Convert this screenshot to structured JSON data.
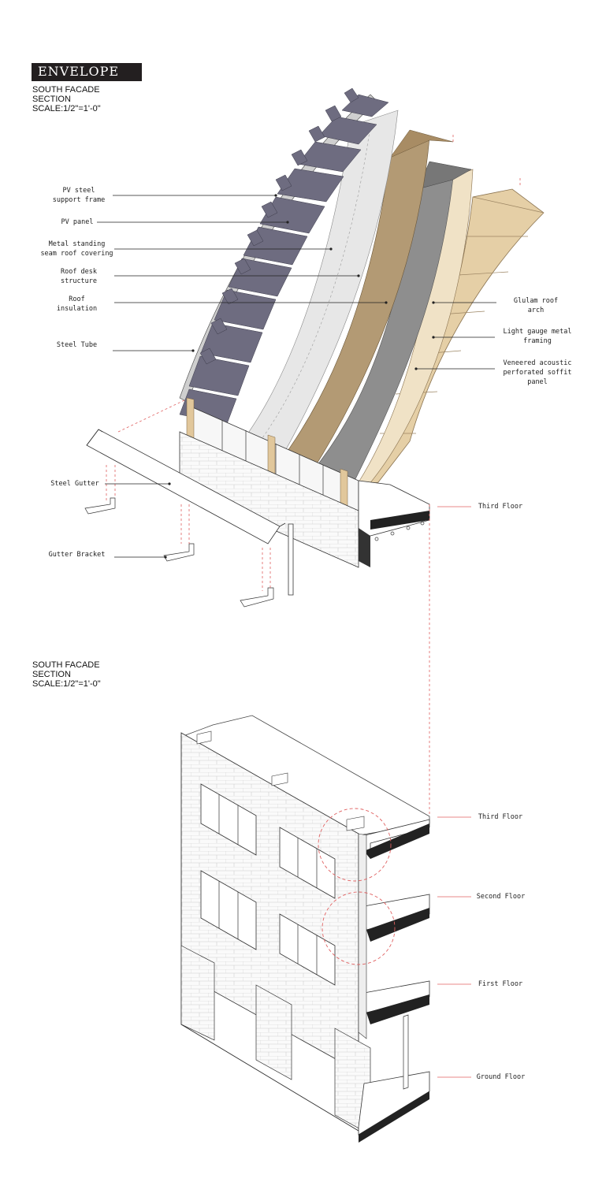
{
  "header": {
    "title": "ENVELOPE"
  },
  "section_top": {
    "line1": "SOUTH FACADE",
    "line2": "SECTION",
    "line3": "SCALE:1/2\"=1'-0\""
  },
  "section_bottom": {
    "line1": "SOUTH FACADE",
    "line2": "SECTION",
    "line3": "SCALE:1/2\"=1'-0\""
  },
  "labels_left": {
    "pv_frame": [
      "PV steel",
      "support frame"
    ],
    "pv_panel": [
      "PV panel"
    ],
    "metal_roof": [
      "Metal standing",
      "seam roof covering"
    ],
    "roof_deck": [
      "Roof desk",
      "structure"
    ],
    "roof_insulation": [
      "Roof",
      "insulation"
    ],
    "steel_tube": [
      "Steel Tube"
    ],
    "steel_gutter": [
      "Steel Gutter"
    ],
    "gutter_bracket": [
      "Gutter Bracket"
    ]
  },
  "labels_right": {
    "glulam": [
      "Glulam roof",
      "arch"
    ],
    "light_gauge": [
      "Light gauge metal",
      "framing"
    ],
    "soffit": [
      "Veneered acoustic",
      "perforated soffit",
      "panel"
    ],
    "third_floor_top": "Third Floor",
    "third_floor": "Third Floor",
    "second_floor": "Second Floor",
    "first_floor": "First Floor",
    "ground_floor": "Ground Floor"
  },
  "colors": {
    "pv": "#6e6c80",
    "metal": "#e4e4e4",
    "deck": "#b39a74",
    "insulation": "#8e8e8e",
    "glulam": "#e5cfa6",
    "leader_red": "#e06060"
  }
}
